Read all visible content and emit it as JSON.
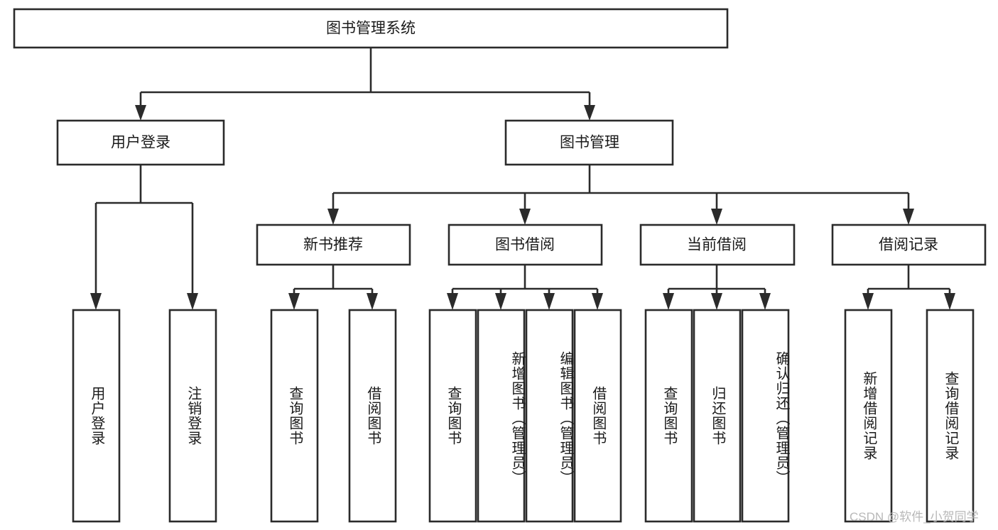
{
  "diagram": {
    "type": "tree",
    "title": "图书管理系统",
    "root": {
      "label": "图书管理系统"
    },
    "level2": [
      {
        "label": "用户登录"
      },
      {
        "label": "图书管理"
      }
    ],
    "level3": [
      {
        "label": "新书推荐"
      },
      {
        "label": "图书借阅"
      },
      {
        "label": "当前借阅"
      },
      {
        "label": "借阅记录"
      }
    ],
    "leaves": {
      "user_login": [
        {
          "label": "用户登录"
        },
        {
          "label": "注销登录"
        }
      ],
      "new_book_recommend": [
        {
          "label": "查询图书"
        },
        {
          "label": "借阅图书"
        }
      ],
      "book_borrow": [
        {
          "label": "查询图书"
        },
        {
          "label": "新增图书（管理员）"
        },
        {
          "label": "编辑图书（管理员）"
        },
        {
          "label": "借阅图书"
        }
      ],
      "current_borrow": [
        {
          "label": "查询图书"
        },
        {
          "label": "归还图书"
        },
        {
          "label": "确认归还（管理员）"
        }
      ],
      "borrow_record": [
        {
          "label": "新增借阅记录"
        },
        {
          "label": "查询借阅记录"
        }
      ]
    }
  },
  "watermark": {
    "text": "CSDN @软件_小贺同学"
  },
  "colors": {
    "stroke": "#2b2b2b",
    "fill": "#ffffff",
    "text": "#1a1a1a",
    "watermark": "#b8b8b8"
  }
}
